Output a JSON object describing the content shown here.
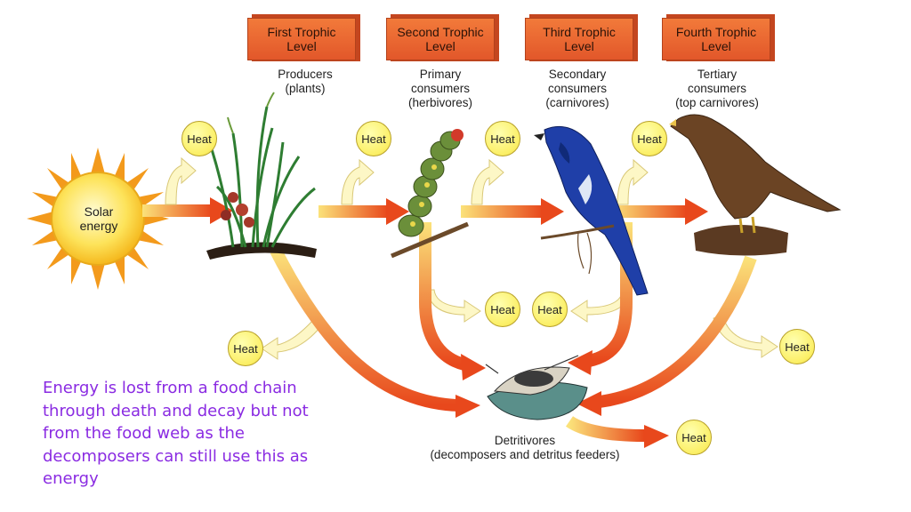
{
  "levels": [
    {
      "title_line1": "First Trophic",
      "title_line2": "Level",
      "group_line1": "Producers",
      "group_line2": "(plants)"
    },
    {
      "title_line1": "Second Trophic",
      "title_line2": "Level",
      "group_line1": "Primary",
      "group_line2": "consumers",
      "group_line3": "(herbivores)"
    },
    {
      "title_line1": "Third Trophic",
      "title_line2": "Level",
      "group_line1": "Secondary",
      "group_line2": "consumers",
      "group_line3": "(carnivores)"
    },
    {
      "title_line1": "Fourth Trophic",
      "title_line2": "Level",
      "group_line1": "Tertiary",
      "group_line2": "consumers",
      "group_line3": "(top carnivores)"
    }
  ],
  "sun": {
    "line1": "Solar",
    "line2": "energy"
  },
  "heat_label": "Heat",
  "detritivores": {
    "line1": "Detritivores",
    "line2": "(decomposers and detritus feeders)"
  },
  "note": {
    "line1": "Energy is lost from a food chain",
    "line2": "through death and decay but not",
    "line3": "from the food web as the",
    "line4": "decomposers can still use this as",
    "line5": "energy"
  }
}
